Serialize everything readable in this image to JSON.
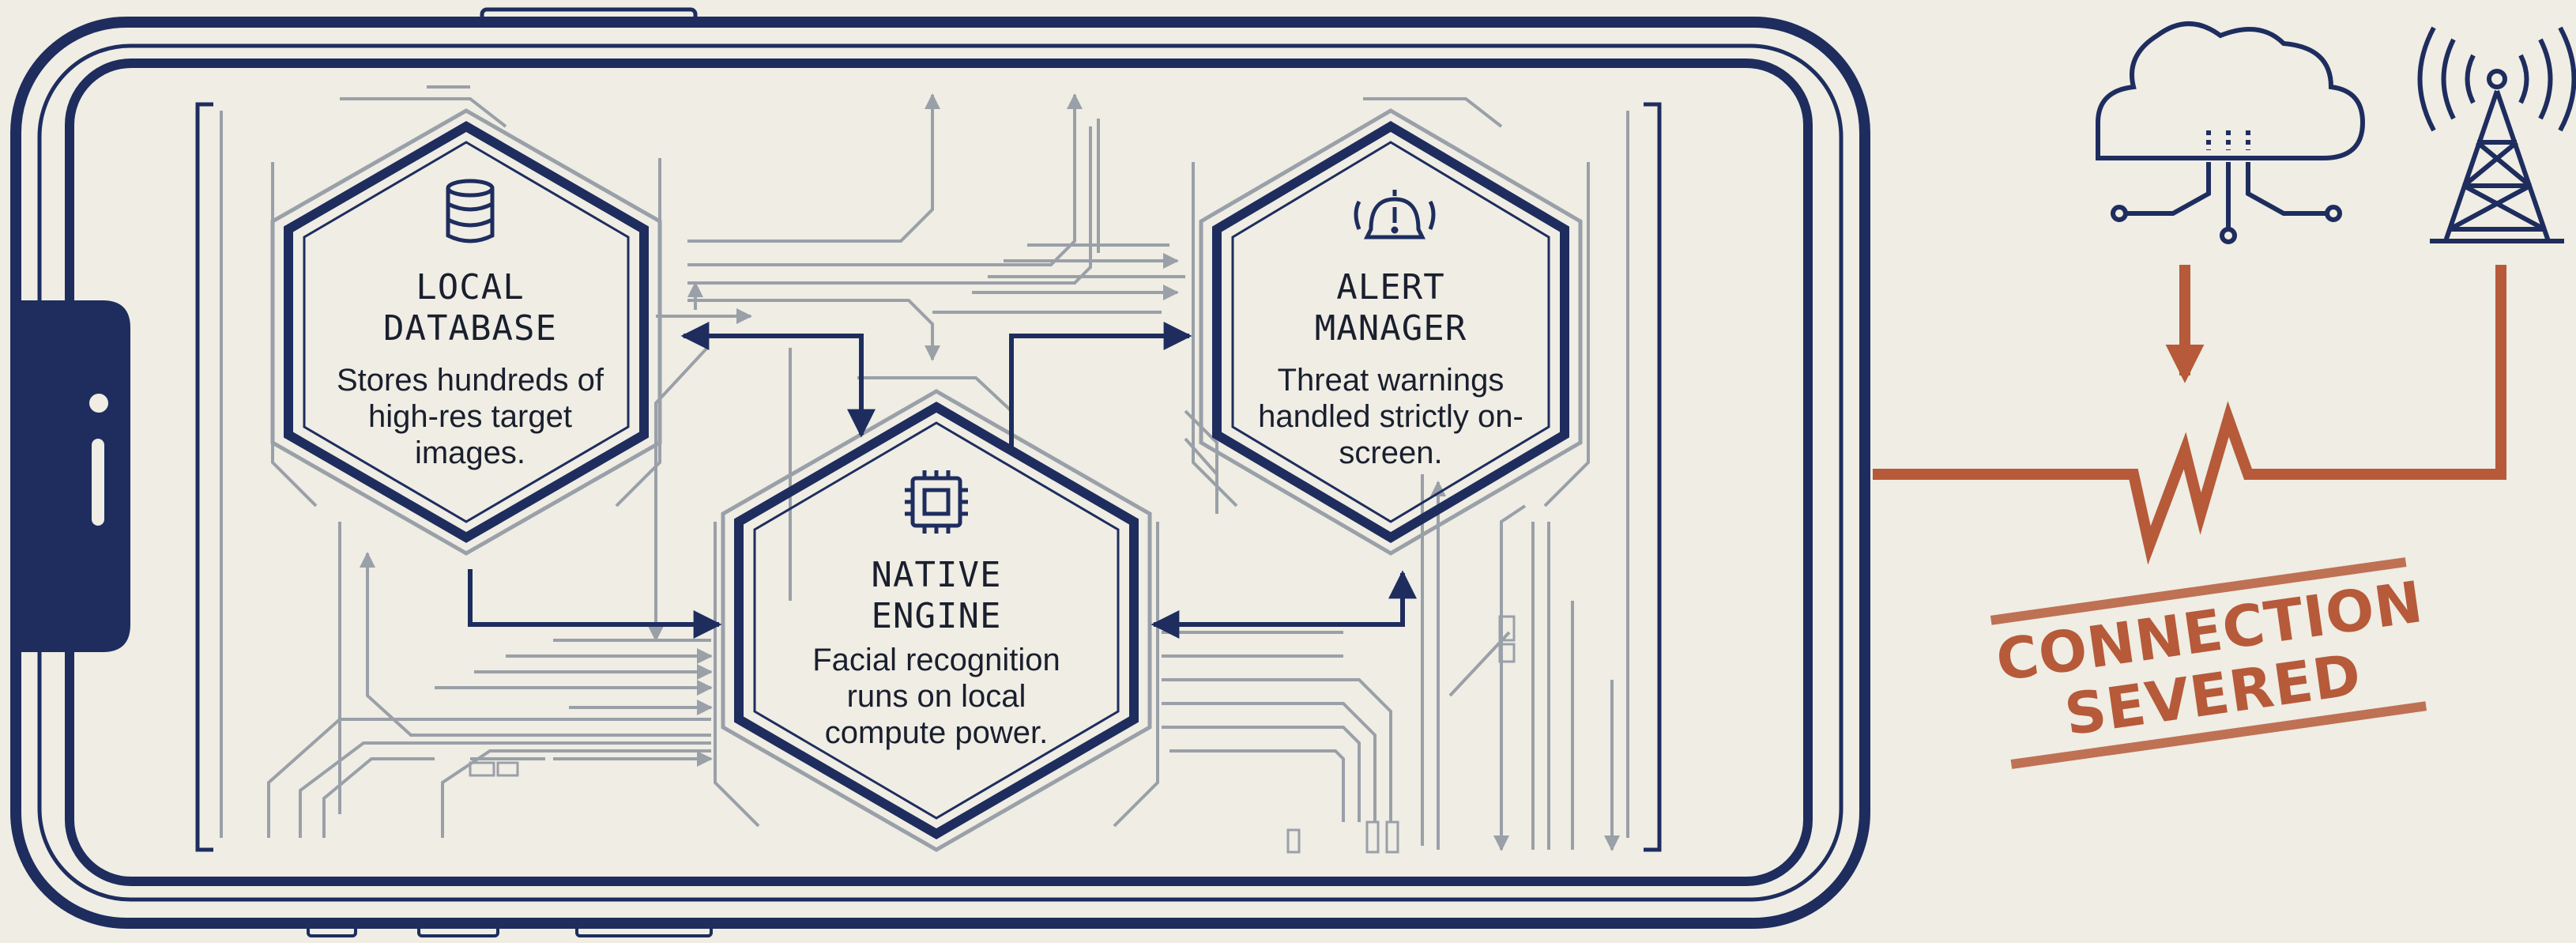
{
  "nodes": {
    "local_database": {
      "title": "LOCAL DATABASE",
      "description": "Stores hundreds of high-res target images.",
      "icon": "database-icon"
    },
    "native_engine": {
      "title": "NATIVE ENGINE",
      "description": "Facial recognition runs on local compute power.",
      "icon": "chip-icon"
    },
    "alert_manager": {
      "title": "ALERT MANAGER",
      "description": "Threat warnings handled strictly on-screen.",
      "icon": "alert-bell-icon"
    }
  },
  "external": {
    "cloud_icon": "cloud-icon",
    "tower_icon": "cell-tower-icon",
    "stamp_text": "CONNECTION SEVERED"
  },
  "colors": {
    "navy": "#1e2d5e",
    "rust": "#b65a3a",
    "background": "#efede4",
    "circuit_gray": "#9aa0a8"
  }
}
